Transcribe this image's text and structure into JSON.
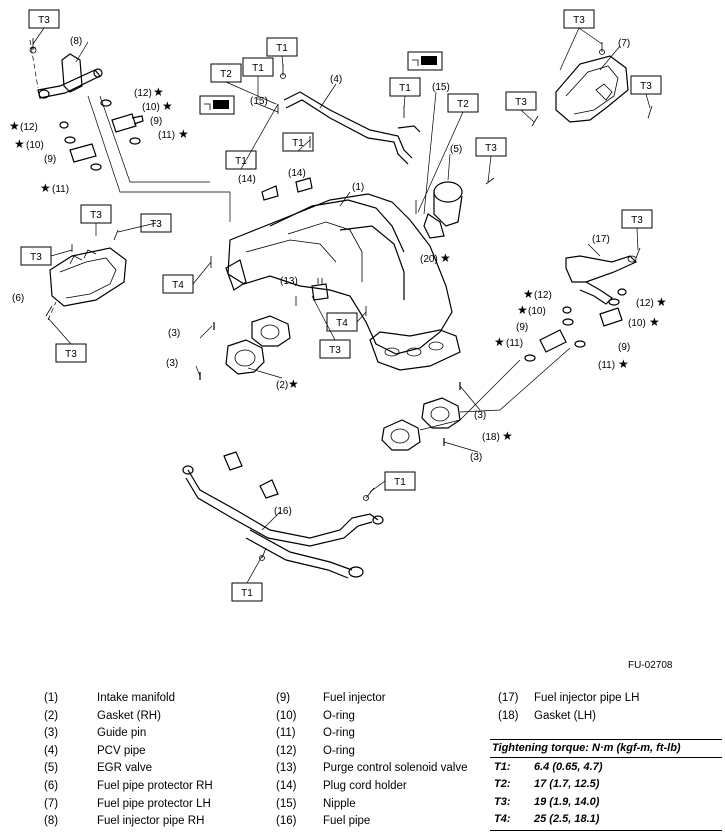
{
  "figure_id": "FU-02708",
  "torque_tags": [
    {
      "text": "T3"
    },
    {
      "text": "T1"
    },
    {
      "text": "T2"
    },
    {
      "text": "T1"
    },
    {
      "text": "T1"
    },
    {
      "text": "T2"
    },
    {
      "text": "T3"
    },
    {
      "text": "T3"
    },
    {
      "text": "T3"
    },
    {
      "text": "T1"
    },
    {
      "text": "T1"
    },
    {
      "text": "T3"
    },
    {
      "text": "T3"
    },
    {
      "text": "T3"
    },
    {
      "text": "T3"
    },
    {
      "text": "T3"
    },
    {
      "text": "T4"
    },
    {
      "text": "T4"
    },
    {
      "text": "T3"
    },
    {
      "text": "T3"
    },
    {
      "text": "T1"
    },
    {
      "text": "T1"
    }
  ],
  "callouts": [
    {
      "text": "(8)"
    },
    {
      "text": "(12)"
    },
    {
      "text": "(10)"
    },
    {
      "text": "(9)"
    },
    {
      "text": "(11)"
    },
    {
      "text": "(12)"
    },
    {
      "text": "(10)"
    },
    {
      "text": "(9)"
    },
    {
      "text": "(11)"
    },
    {
      "text": "(4)"
    },
    {
      "text": "(15)"
    },
    {
      "text": "(15)"
    },
    {
      "text": "(7)"
    },
    {
      "text": "(14)"
    },
    {
      "text": "(14)"
    },
    {
      "text": "(1)"
    },
    {
      "text": "(5)"
    },
    {
      "text": "(20)"
    },
    {
      "text": "(17)"
    },
    {
      "text": "(6)"
    },
    {
      "text": "(13)"
    },
    {
      "text": "(3)"
    },
    {
      "text": "(3)"
    },
    {
      "text": "(2)"
    },
    {
      "text": "(12)"
    },
    {
      "text": "(10)"
    },
    {
      "text": "(9)"
    },
    {
      "text": "(11)"
    },
    {
      "text": "(12)"
    },
    {
      "text": "(10)"
    },
    {
      "text": "(9)"
    },
    {
      "text": "(11)"
    },
    {
      "text": "(3)"
    },
    {
      "text": "(18)"
    },
    {
      "text": "(3)"
    },
    {
      "text": "(16)"
    }
  ],
  "legend": {
    "col1": [
      {
        "num": "(1)",
        "name": "Intake manifold"
      },
      {
        "num": "(2)",
        "name": "Gasket (RH)"
      },
      {
        "num": "(3)",
        "name": "Guide pin"
      },
      {
        "num": "(4)",
        "name": "PCV pipe"
      },
      {
        "num": "(5)",
        "name": "EGR valve"
      },
      {
        "num": "(6)",
        "name": "Fuel pipe protector RH"
      },
      {
        "num": "(7)",
        "name": "Fuel pipe protector LH"
      },
      {
        "num": "(8)",
        "name": "Fuel injector pipe RH"
      }
    ],
    "col2": [
      {
        "num": "(9)",
        "name": "Fuel injector"
      },
      {
        "num": "(10)",
        "name": "O-ring"
      },
      {
        "num": "(11)",
        "name": "O-ring"
      },
      {
        "num": "(12)",
        "name": "O-ring"
      },
      {
        "num": "(13)",
        "name": "Purge control solenoid valve"
      },
      {
        "num": "(14)",
        "name": "Plug cord holder"
      },
      {
        "num": "(15)",
        "name": "Nipple"
      },
      {
        "num": "(16)",
        "name": "Fuel pipe"
      }
    ],
    "col3": [
      {
        "num": "(17)",
        "name": "Fuel injector pipe LH"
      },
      {
        "num": "(18)",
        "name": "Gasket (LH)"
      }
    ]
  },
  "torque": {
    "title": "Tightening torque: N·m (kgf-m, ft-lb)",
    "rows": [
      {
        "key": "T1:",
        "value": "6.4 (0.65, 4.7)"
      },
      {
        "key": "T2:",
        "value": "17 (1.7, 12.5)"
      },
      {
        "key": "T3:",
        "value": "19 (1.9, 14.0)"
      },
      {
        "key": "T4:",
        "value": "25 (2.5, 18.1)"
      }
    ]
  }
}
